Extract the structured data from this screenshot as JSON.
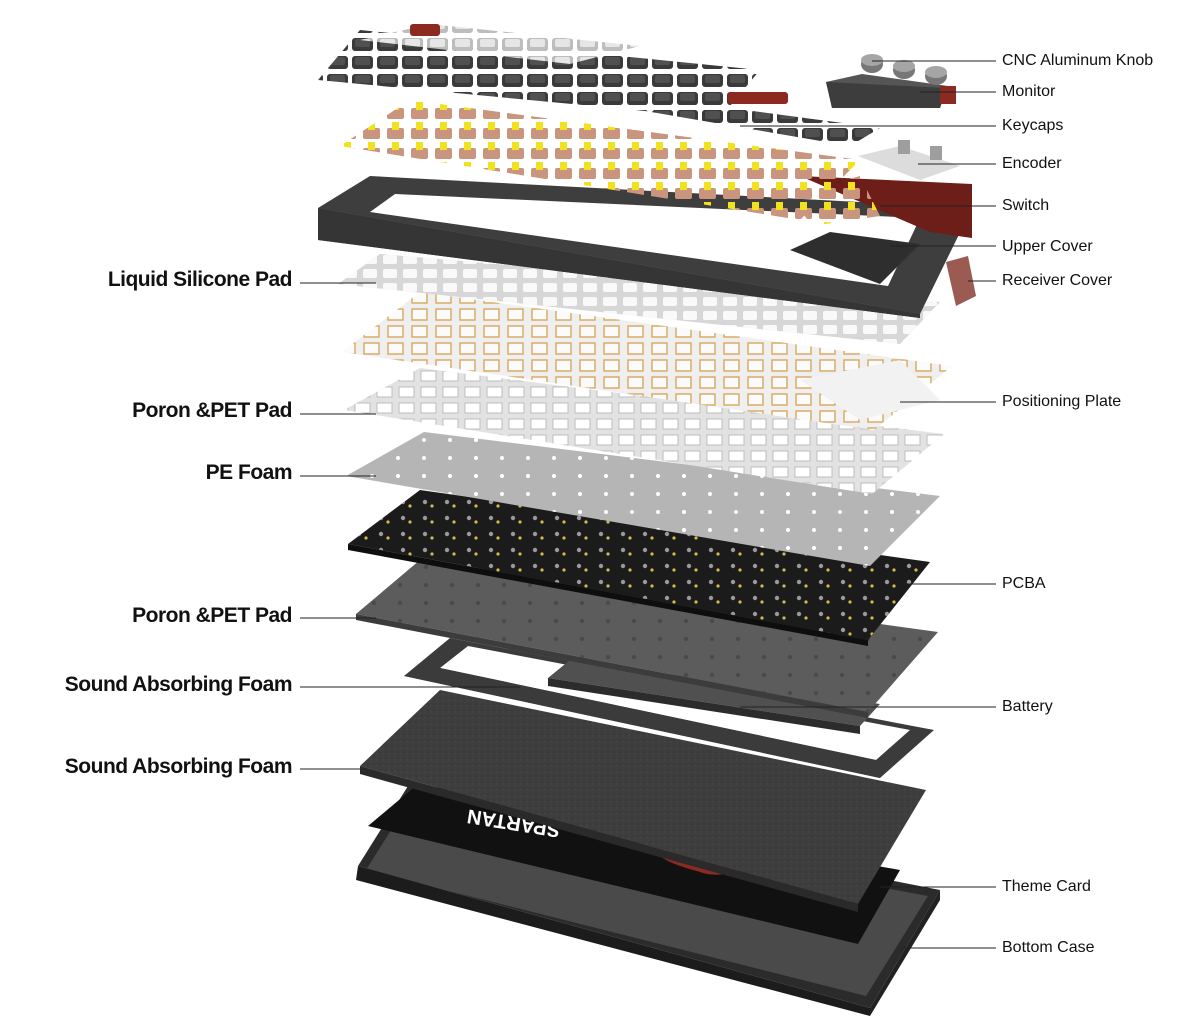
{
  "labels_left": [
    {
      "id": "liquid-silicone-pad",
      "text": "Liquid Silicone Pad"
    },
    {
      "id": "poron-pet-pad-top",
      "text": "Poron &PET Pad"
    },
    {
      "id": "pe-foam",
      "text": "PE Foam"
    },
    {
      "id": "poron-pet-pad-bottom",
      "text": "Poron &PET Pad"
    },
    {
      "id": "sound-absorbing-foam-top",
      "text": "Sound Absorbing Foam"
    },
    {
      "id": "sound-absorbing-foam-bottom",
      "text": "Sound Absorbing Foam"
    }
  ],
  "labels_right": [
    {
      "id": "cnc-aluminum-knob",
      "text": "CNC Aluminum Knob"
    },
    {
      "id": "monitor",
      "text": "Monitor"
    },
    {
      "id": "keycaps",
      "text": "Keycaps"
    },
    {
      "id": "encoder",
      "text": "Encoder"
    },
    {
      "id": "switch",
      "text": "Switch"
    },
    {
      "id": "upper-cover",
      "text": "Upper Cover"
    },
    {
      "id": "receiver-cover",
      "text": "Receiver Cover"
    },
    {
      "id": "positioning-plate",
      "text": "Positioning Plate"
    },
    {
      "id": "pcba",
      "text": "PCBA"
    },
    {
      "id": "battery",
      "text": "Battery"
    },
    {
      "id": "theme-card",
      "text": "Theme Card"
    },
    {
      "id": "bottom-case",
      "text": "Bottom Case"
    }
  ],
  "theme_card": {
    "brand": "SPARTAN"
  },
  "colors": {
    "accent_red": "#8c2a22",
    "switch_yellow": "#f2e21e",
    "switch_copper": "#c9957e",
    "plate_gold": "#d9a85b",
    "pcb_black": "#1b1b1b",
    "foam_dark": "#3a3a3a"
  }
}
